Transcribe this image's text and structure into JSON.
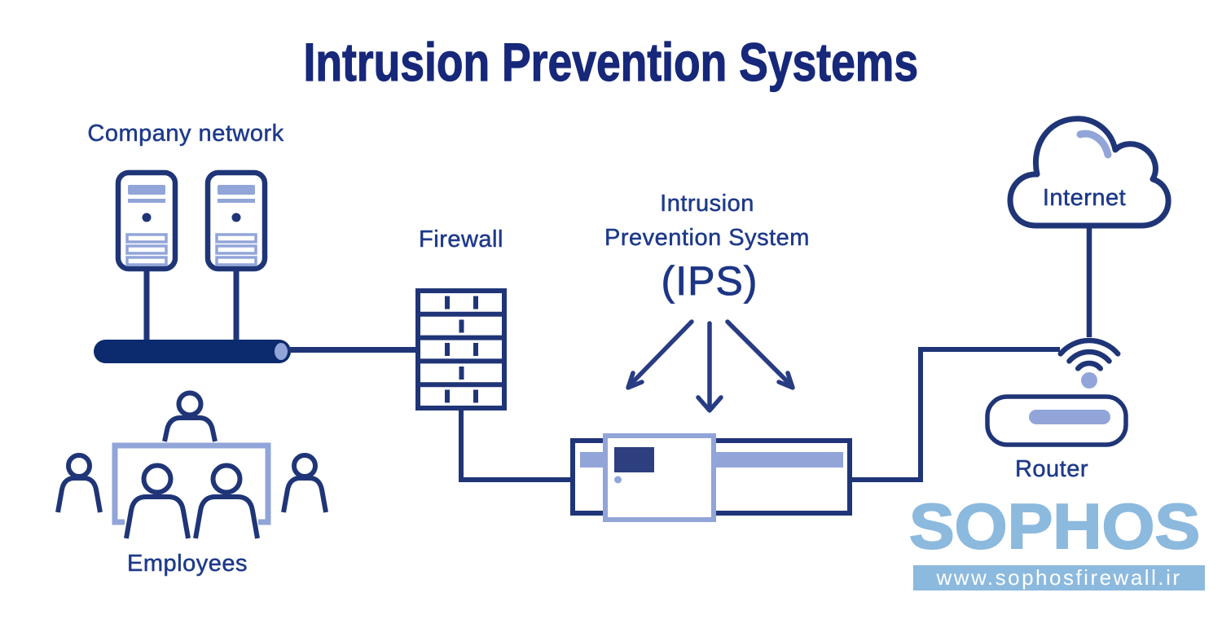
{
  "title": "Intrusion Prevention Systems",
  "labels": {
    "company_network": "Company network",
    "firewall": "Firewall",
    "ips_line1": "Intrusion",
    "ips_line2": "Prevention System",
    "ips_acronym": "(IPS)",
    "internet": "Internet",
    "router": "Router",
    "employees": "Employees"
  },
  "branding": {
    "logo_text": "SOPHOS",
    "website": "www.sophosfirewall.ir"
  },
  "colors": {
    "navy_outline": "#1f3577",
    "navy_fill_dark": "#0c2a6e",
    "screen_fill": "#2e3f80",
    "periwinkle": "#92a5d9",
    "label_blue": "#1e3a8a",
    "title_blue": "#17287a",
    "logo_blue": "#8cb9de",
    "background": "#ffffff"
  },
  "icons": {
    "servers": "server-tower-icon",
    "bus": "network-bus-icon",
    "firewall": "firewall-brick-icon",
    "appliance": "ips-appliance-icon",
    "arrows": "down-arrows-icon",
    "cloud": "internet-cloud-icon",
    "wifi": "wifi-signal-icon",
    "router": "router-device-icon",
    "employees": "employees-group-icon"
  }
}
